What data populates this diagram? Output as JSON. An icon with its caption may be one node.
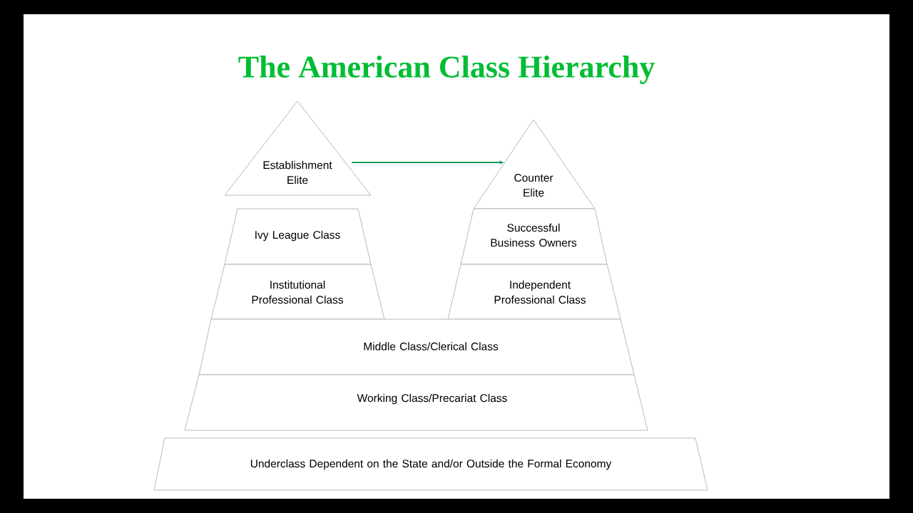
{
  "diagram": {
    "title": "The American Class Hierarchy",
    "nodes": [
      {
        "text": [
          "Establishment Elite"
        ]
      },
      {
        "text": [
          "Ivy League Class"
        ]
      },
      {
        "text": [
          "Institutional Professional Class"
        ]
      },
      {
        "text": [
          "Counter Elite"
        ]
      },
      {
        "text": [
          "Successful Business Owners"
        ]
      },
      {
        "text": [
          "Independent Professional Class"
        ]
      },
      {
        "text": [
          "Middle Class/Clerical Class"
        ]
      },
      {
        "text": [
          "Working Class/Precariat Class"
        ]
      },
      {
        "text": [
          "Underclass Dependent on the State and/or Outside the Formal Economy"
        ]
      }
    ],
    "edges": [
      {
        "from": 0,
        "to": 3,
        "arrow": "to"
      }
    ]
  }
}
